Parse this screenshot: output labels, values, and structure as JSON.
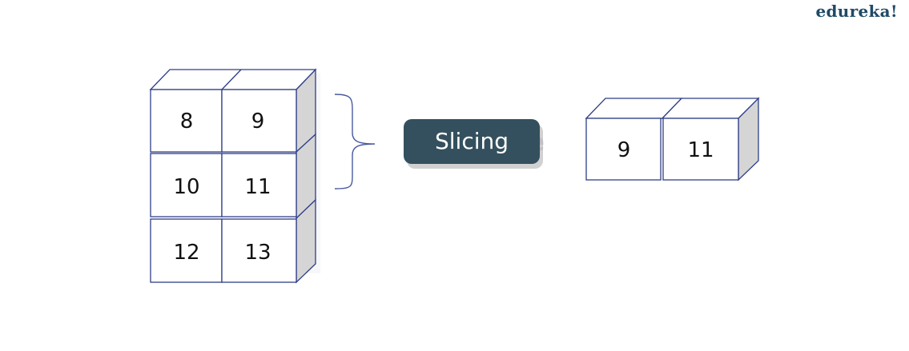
{
  "brand": {
    "logo_text": "edureka!"
  },
  "input_array": {
    "rows": [
      [
        "8",
        "9"
      ],
      [
        "10",
        "11"
      ],
      [
        "12",
        "13"
      ]
    ]
  },
  "operation": {
    "label": "Slicing"
  },
  "output_array": {
    "cells": [
      "9",
      "11"
    ]
  },
  "colors": {
    "stroke": "#2f3e86",
    "front_fill": "#ffffff",
    "side_fill": "#d5d5d5",
    "top_fill": "#ffffff",
    "button_fill": "#34505e",
    "brace": "#4a5aa0",
    "brand": "#1e4a66"
  }
}
